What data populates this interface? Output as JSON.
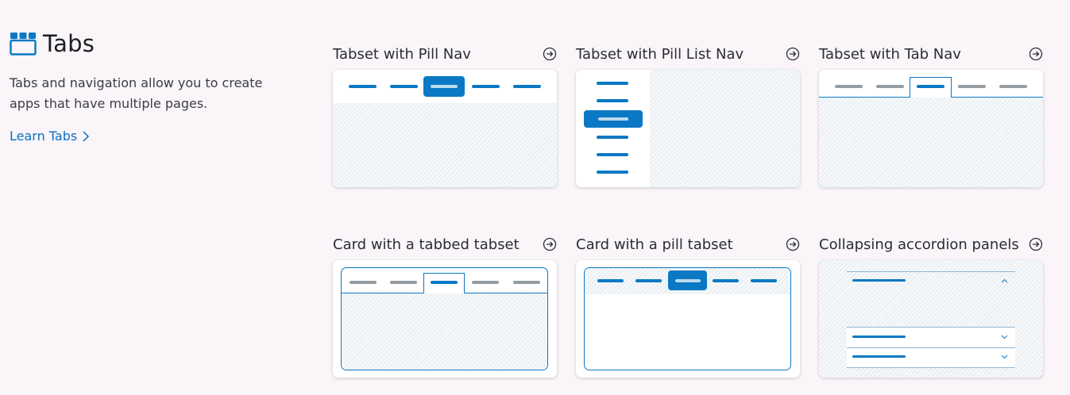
{
  "intro": {
    "title": "Tabs",
    "description": "Tabs and navigation allow you to create apps that have multiple pages.",
    "link_label": "Learn Tabs",
    "icon": "tabs-icon",
    "accent_color": "#0a78c4"
  },
  "cards": [
    {
      "title": "Tabset with Pill Nav",
      "icon": "arrow-circle-right-icon"
    },
    {
      "title": "Tabset with Pill List Nav",
      "icon": "arrow-circle-right-icon"
    },
    {
      "title": "Tabset with Tab Nav",
      "icon": "arrow-circle-right-icon"
    },
    {
      "title": "Card with a tabbed tabset",
      "icon": "arrow-circle-right-icon"
    },
    {
      "title": "Card with a pill tabset",
      "icon": "arrow-circle-right-icon"
    },
    {
      "title": "Collapsing accordion panels",
      "icon": "arrow-circle-right-icon"
    }
  ]
}
